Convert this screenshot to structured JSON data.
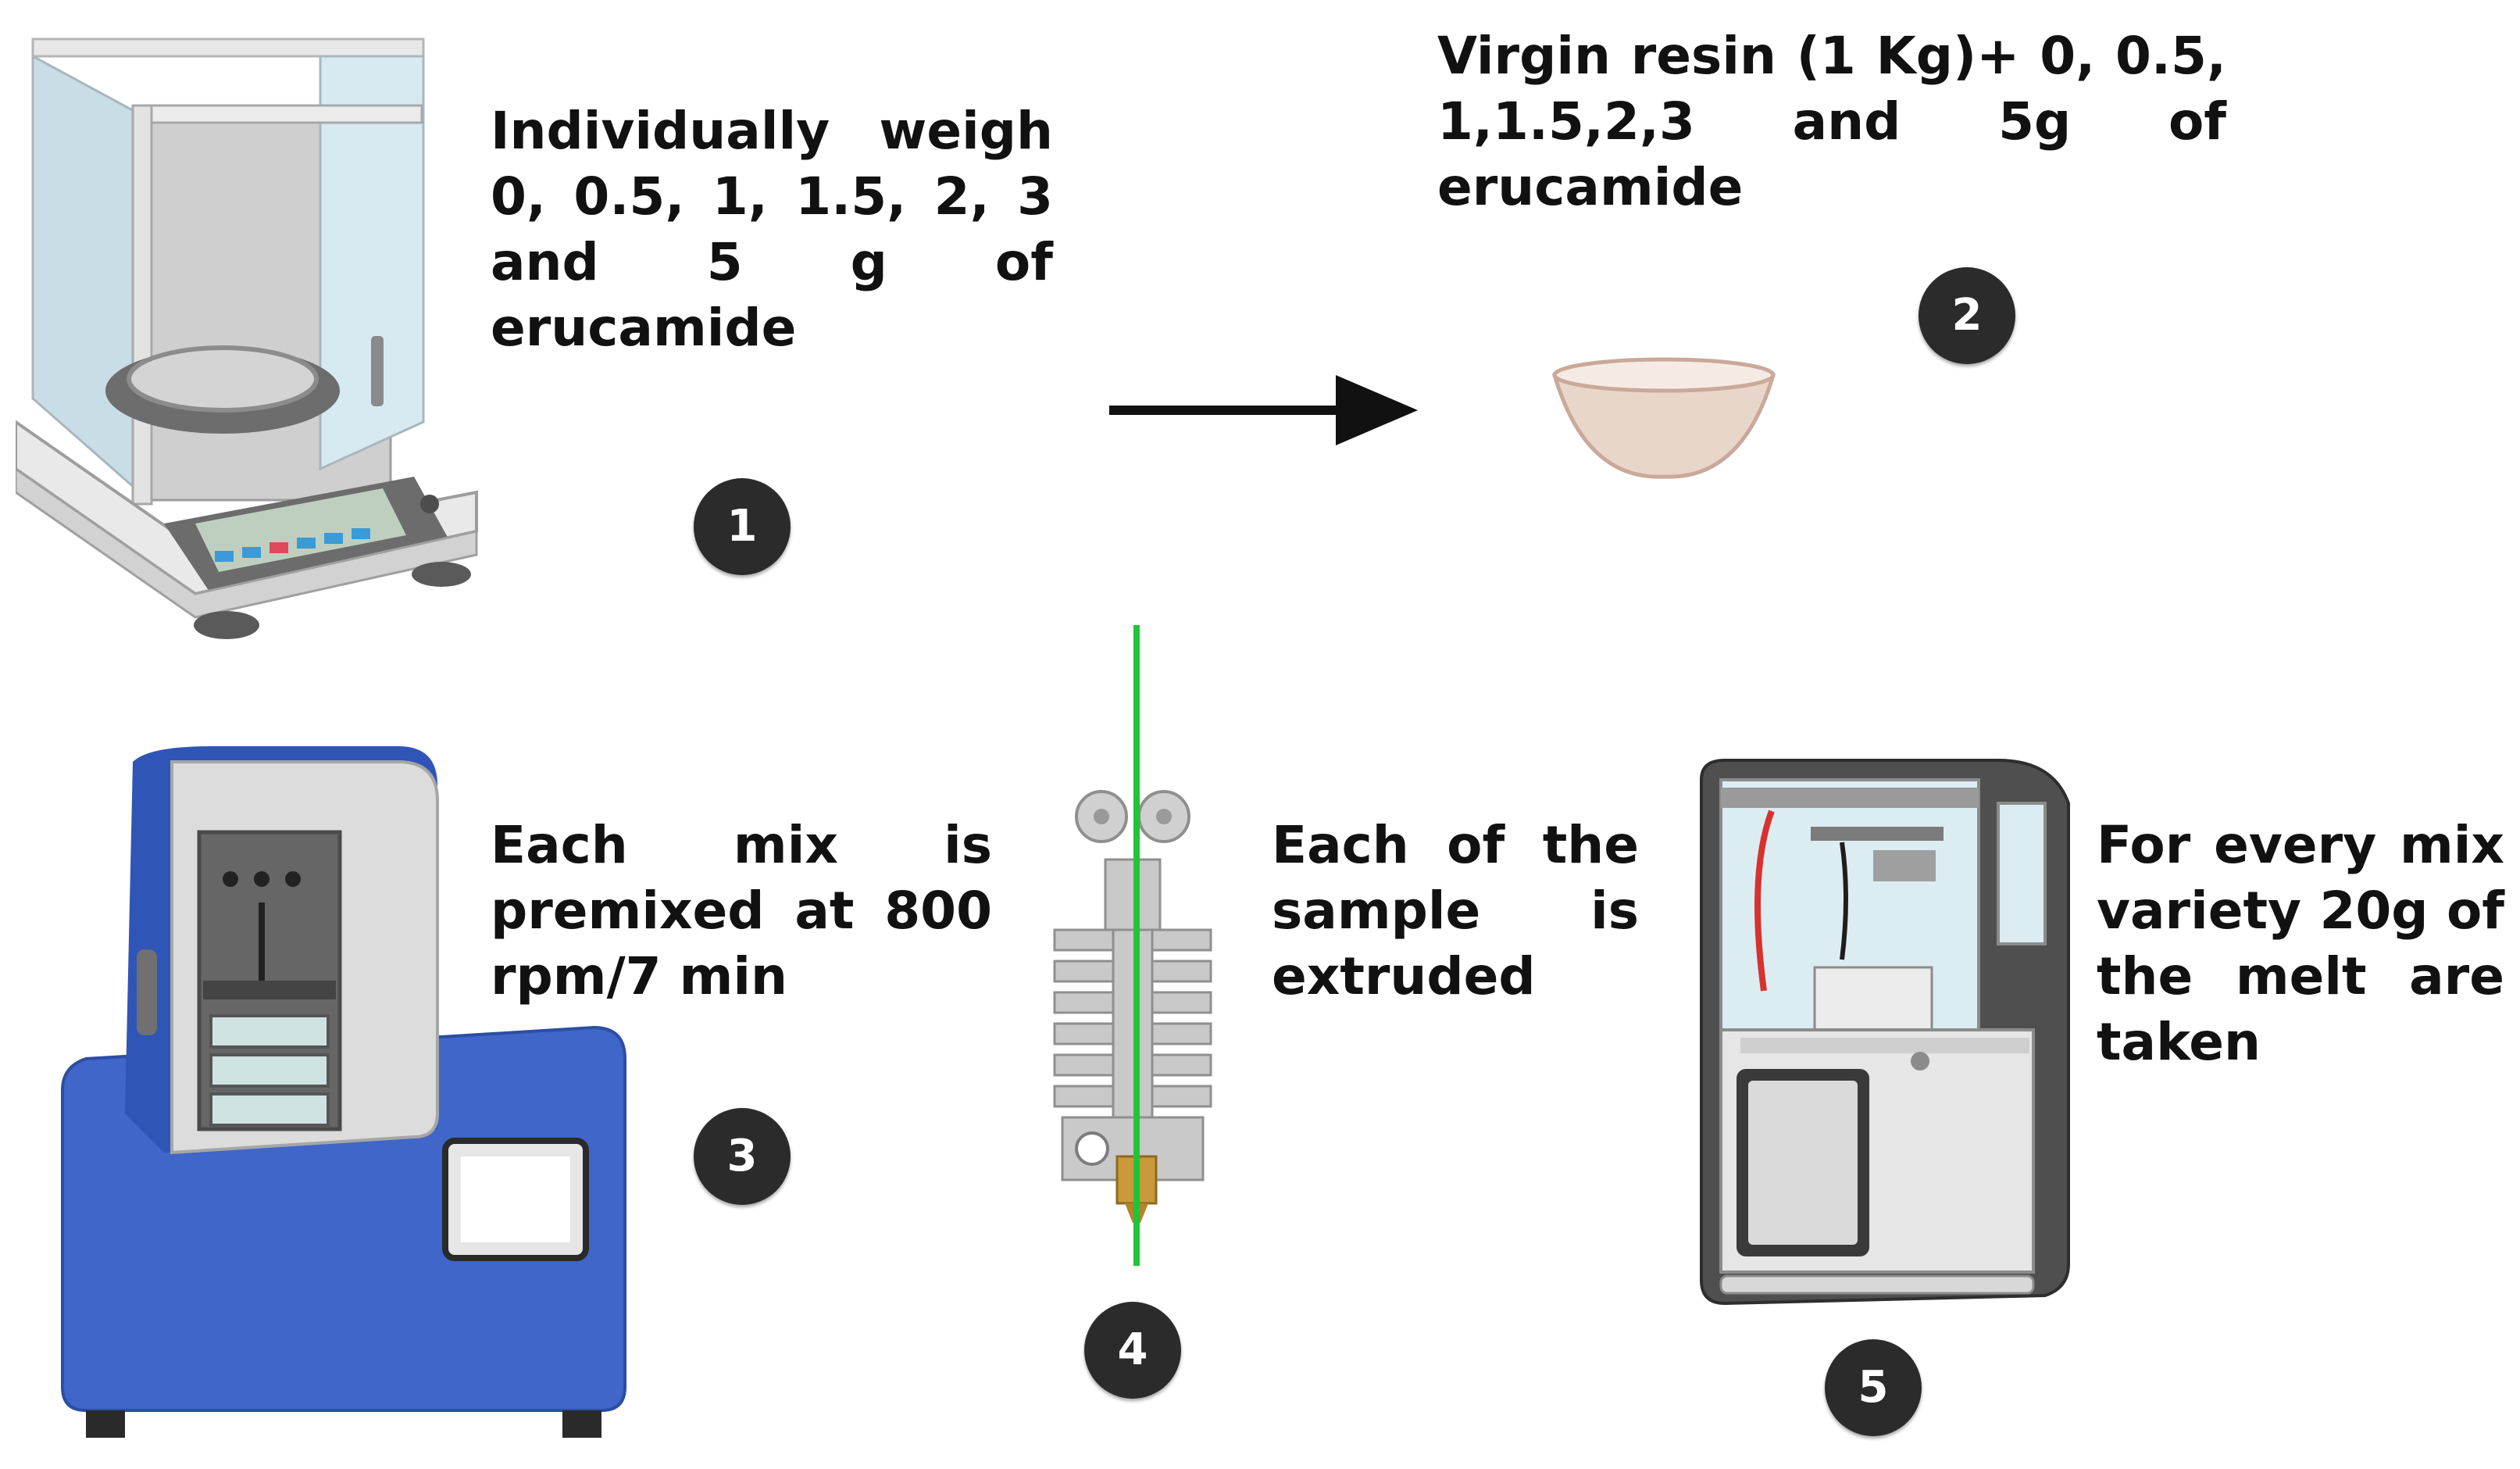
{
  "steps": [
    {
      "number": "1",
      "text": "Individually weigh 0, 0.5, 1, 1.5, 2, 3 and 5 g of erucamide",
      "icon": "analytical-balance-icon"
    },
    {
      "number": "2",
      "text": "Virgin resin (1 Kg)+ 0, 0.5, 1,1.5,2,3 and 5g of erucamide",
      "icon": "bowl-icon"
    },
    {
      "number": "3",
      "text": "Each mix is premixed at 800 rpm/7 min",
      "icon": "premixer-machine-icon"
    },
    {
      "number": "4",
      "text": "Each of the sample is extruded",
      "icon": "extruder-hotend-icon"
    },
    {
      "number": "5",
      "text": "For every mix variety 20g of the melt are taken",
      "icon": "melt-flow-tester-icon"
    }
  ],
  "colors": {
    "text": "#111111",
    "badge": "#2b2b2b",
    "arrow": "#111111",
    "filament": "#1fc43a",
    "mixer_blue": "#3f66c8",
    "machine_grey": "#d9d9d9"
  }
}
